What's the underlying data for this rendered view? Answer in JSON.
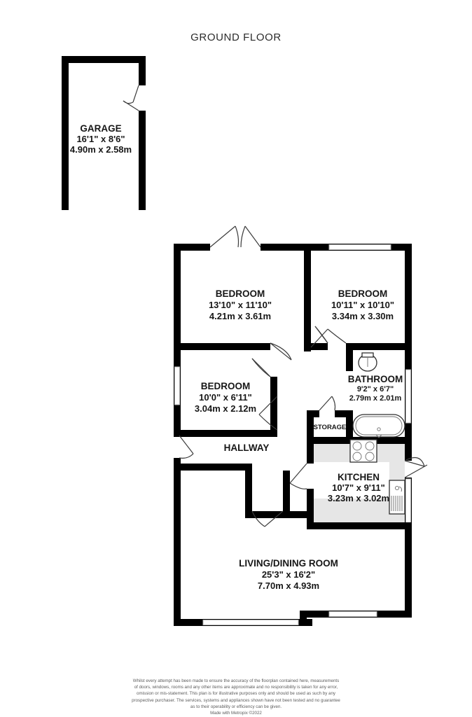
{
  "page": {
    "title": "GROUND FLOOR"
  },
  "rooms": [
    {
      "id": "garage",
      "name": "GARAGE",
      "dim_imperial": "16'1\"  x 8'6\"",
      "dim_metric": "4.90m  x 2.58m"
    },
    {
      "id": "bedroom-1",
      "name": "BEDROOM",
      "dim_imperial": "13'10\"  x 11'10\"",
      "dim_metric": "4.21m  x 3.61m"
    },
    {
      "id": "bedroom-2",
      "name": "BEDROOM",
      "dim_imperial": "10'11\"  x 10'10\"",
      "dim_metric": "3.34m  x 3.30m"
    },
    {
      "id": "bedroom-3",
      "name": "BEDROOM",
      "dim_imperial": "10'0\"  x 6'11\"",
      "dim_metric": "3.04m  x 2.12m"
    },
    {
      "id": "bathroom",
      "name": "BATHROOM",
      "dim_imperial": "9'2\"  x 6'7\"",
      "dim_metric": "2.79m  x 2.01m"
    },
    {
      "id": "kitchen",
      "name": "KITCHEN",
      "dim_imperial": "10'7\"  x 9'11\"",
      "dim_metric": "3.23m  x 3.02m"
    },
    {
      "id": "living-dining",
      "name": "LIVING/DINING ROOM",
      "dim_imperial": "25'3\"  x 16'2\"",
      "dim_metric": "7.70m  x 4.93m"
    },
    {
      "id": "hallway",
      "name": "HALLWAY",
      "dim_imperial": "",
      "dim_metric": ""
    },
    {
      "id": "storage",
      "name": "STORAGE",
      "dim_imperial": "",
      "dim_metric": ""
    }
  ],
  "disclaimer": {
    "line1": "Whilst every attempt has been made to ensure the accuracy of the floorplan contained here, measurements",
    "line2": "of doors, windows, rooms and any other items are approximate and no responsibility is taken for any error,",
    "line3": "omission or mis-statement. This plan is for illustrative purposes only and should be used as such by any",
    "line4": "prospective purchaser. The services, systems and appliances shown have not been tested and no guarantee",
    "line5": "as to their operability or efficiency can be given.",
    "credit": "Made with Metropix ©2022"
  },
  "colors": {
    "wall": "#000000",
    "background": "#ffffff",
    "counter": "#e6e6e6",
    "text": "#171717",
    "disclaimer_text": "#5d5d5d",
    "swing": "#3c3c3c"
  },
  "fixtures": [
    {
      "id": "toilet",
      "room": "bathroom",
      "icon": "toilet-icon"
    },
    {
      "id": "bathtub",
      "room": "bathroom",
      "icon": "bathtub-icon"
    },
    {
      "id": "hob",
      "room": "kitchen",
      "icon": "hob-icon"
    },
    {
      "id": "sink",
      "room": "kitchen",
      "icon": "sink-icon"
    }
  ]
}
